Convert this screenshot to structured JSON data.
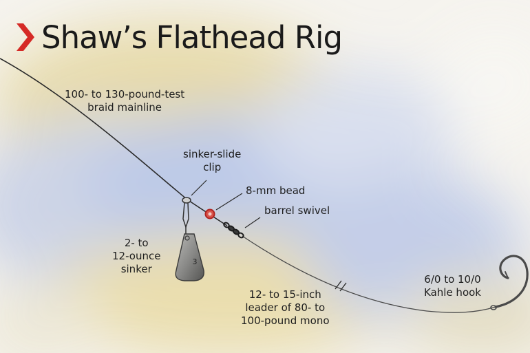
{
  "title": "Shaw’s Flathead Rig",
  "colors": {
    "accent": "#d52a26",
    "line": "#2a2a2a",
    "bead": "#cc2a26",
    "sinker": "#8a8a88"
  },
  "labels": {
    "mainline": [
      "100- to 130-pound-test",
      "braid mainline"
    ],
    "clip": [
      "sinker-slide",
      "clip"
    ],
    "bead": [
      "8-mm bead"
    ],
    "swivel": [
      "barrel swivel"
    ],
    "sinker": [
      "2- to",
      "12-ounce",
      "sinker"
    ],
    "leader": [
      "12- to 15-inch",
      "leader of 80- to",
      "100-pound mono"
    ],
    "hook": [
      "6/0 to 10/0",
      "Kahle hook"
    ]
  },
  "sinker_mark": "3"
}
